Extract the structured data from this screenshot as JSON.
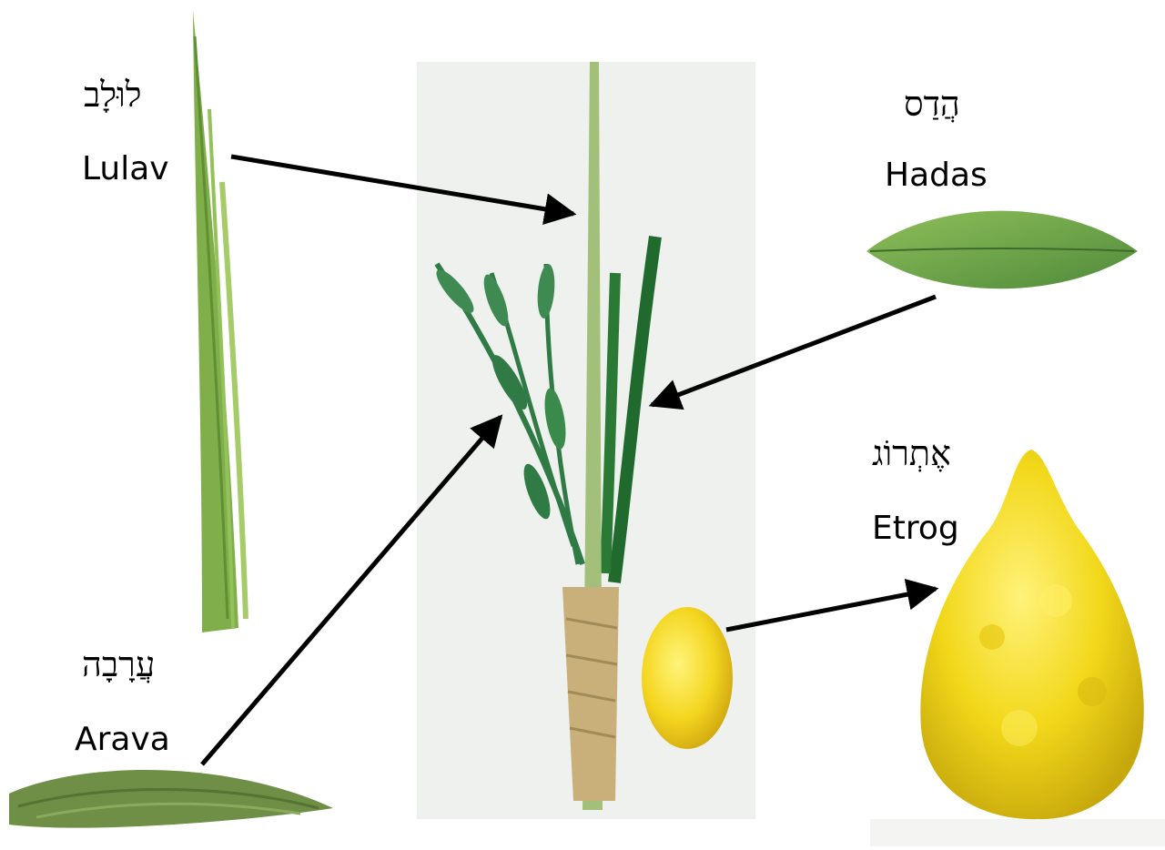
{
  "items": {
    "lulav": {
      "hebrew": "לוּלָב",
      "english": "Lulav"
    },
    "hadas": {
      "hebrew": "הֲדַס",
      "english": "Hadas"
    },
    "etrog": {
      "hebrew": "אֶתְרוֹג",
      "english": "Etrog"
    },
    "arava": {
      "hebrew": "עֲרָבָה",
      "english": "Arava"
    }
  },
  "colors": {
    "lulav_green": "#7fae4a",
    "hadas_green": "#4f8a3a",
    "arava_green": "#2f7a45",
    "etrog_yellow": "#f2d81a",
    "binding_tan": "#c9b07a",
    "arrow": "#000000"
  }
}
